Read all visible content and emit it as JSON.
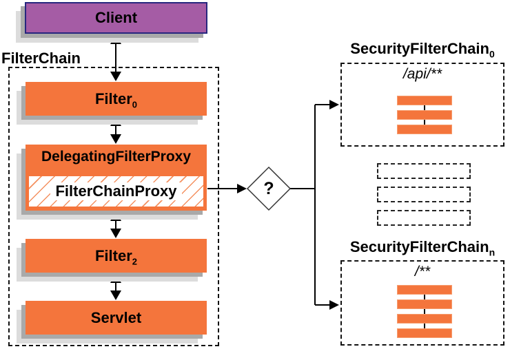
{
  "client": {
    "label": "Client"
  },
  "filter_chain": {
    "label": "FilterChain",
    "filter0": {
      "label": "Filter",
      "subscript": "0"
    },
    "delegating_filter_proxy": {
      "label": "DelegatingFilterProxy"
    },
    "filter_chain_proxy": {
      "label": "FilterChainProxy"
    },
    "filter2": {
      "label": "Filter",
      "subscript": "2"
    },
    "servlet": {
      "label": "Servlet"
    }
  },
  "decision": {
    "label": "?"
  },
  "security_filter_chain_0": {
    "label": "SecurityFilterChain",
    "subscript": "0",
    "url_pattern": "/api/**",
    "filter_bar_count": 3
  },
  "security_filter_chain_n": {
    "label": "SecurityFilterChain",
    "subscript": "n",
    "url_pattern": "/**",
    "filter_bar_count": 4
  },
  "placeholder_chains": {
    "bar_count": 3
  },
  "colors": {
    "orange": "#f4753c",
    "purple": "#a55ca5",
    "purple_border": "#26267e",
    "shadow_dark": "#a9a9a9",
    "shadow_light": "#dcdcdc",
    "line": "#000000"
  }
}
